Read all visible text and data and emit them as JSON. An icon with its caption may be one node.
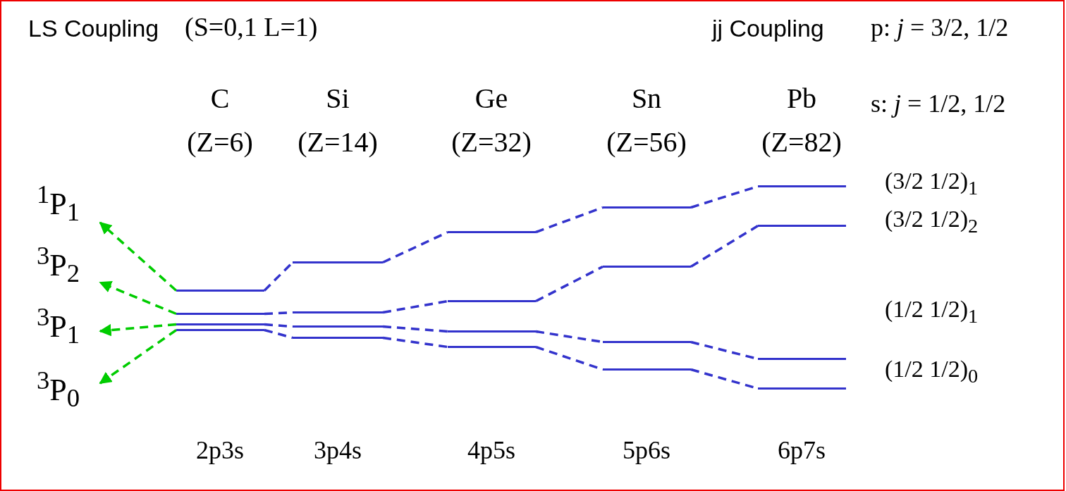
{
  "diagram": {
    "nodes": [
      {
        "text": [
          "$^{1}$P$_{1}$"
        ]
      },
      {
        "text": [
          "$^{3}$P$_{2}$"
        ]
      },
      {
        "text": [
          "$^{3}$P$_{1}$"
        ]
      },
      {
        "text": [
          "$^{3}$P$_{0}$"
        ]
      },
      {
        "text": [],
        "shape": "bar"
      },
      {
        "text": [],
        "shape": "bar"
      },
      {
        "text": [],
        "shape": "bar"
      },
      {
        "text": [],
        "shape": "bar"
      },
      {
        "text": [],
        "shape": "bar"
      },
      {
        "text": [],
        "shape": "bar"
      },
      {
        "text": [],
        "shape": "bar"
      },
      {
        "text": [],
        "shape": "bar"
      },
      {
        "text": [],
        "shape": "bar"
      },
      {
        "text": [],
        "shape": "bar"
      },
      {
        "text": [],
        "shape": "bar"
      },
      {
        "text": [],
        "shape": "bar"
      },
      {
        "text": [],
        "shape": "bar"
      },
      {
        "text": [],
        "shape": "bar"
      },
      {
        "text": [],
        "shape": "bar"
      },
      {
        "text": [],
        "shape": "bar"
      },
      {
        "text": [],
        "shape": "bar",
        "beside": [
          "(3/2 1/2)$_{1}$"
        ]
      },
      {
        "text": [],
        "shape": "bar",
        "beside": [
          "(3/2 1/2)$_{2}$"
        ]
      },
      {
        "text": [],
        "shape": "bar",
        "beside": [
          "(1/2 1/2)$_{1}$"
        ]
      },
      {
        "text": [],
        "shape": "bar",
        "beside": [
          "(1/2 1/2)$_{0}$"
        ]
      }
    ],
    "edges": [
      {
        "from": 4,
        "to": 0,
        "arrow": "to",
        "style": "dashed",
        "color": "#00cc00"
      },
      {
        "from": 5,
        "to": 1,
        "arrow": "to",
        "style": "dashed",
        "color": "#00cc00"
      },
      {
        "from": 6,
        "to": 2,
        "arrow": "to",
        "style": "dashed",
        "color": "#00cc00"
      },
      {
        "from": 7,
        "to": 3,
        "arrow": "to",
        "style": "dashed",
        "color": "#00cc00"
      },
      {
        "from": 4,
        "to": 8,
        "arrow": "none",
        "style": "dashed"
      },
      {
        "from": 5,
        "to": 9,
        "arrow": "none",
        "style": "dashed"
      },
      {
        "from": 6,
        "to": 10,
        "arrow": "none",
        "style": "dashed"
      },
      {
        "from": 7,
        "to": 11,
        "arrow": "none",
        "style": "dashed"
      },
      {
        "from": 8,
        "to": 12,
        "arrow": "none",
        "style": "dashed"
      },
      {
        "from": 9,
        "to": 13,
        "arrow": "none",
        "style": "dashed"
      },
      {
        "from": 10,
        "to": 14,
        "arrow": "none",
        "style": "dashed"
      },
      {
        "from": 11,
        "to": 15,
        "arrow": "none",
        "style": "dashed"
      },
      {
        "from": 12,
        "to": 16,
        "arrow": "none",
        "style": "dashed"
      },
      {
        "from": 13,
        "to": 17,
        "arrow": "none",
        "style": "dashed"
      },
      {
        "from": 14,
        "to": 18,
        "arrow": "none",
        "style": "dashed"
      },
      {
        "from": 15,
        "to": 19,
        "arrow": "none",
        "style": "dashed"
      },
      {
        "from": 16,
        "to": 20,
        "arrow": "none",
        "style": "dashed"
      },
      {
        "from": 17,
        "to": 21,
        "arrow": "none",
        "style": "dashed"
      },
      {
        "from": 18,
        "to": 22,
        "arrow": "none",
        "style": "dashed"
      },
      {
        "from": 19,
        "to": 23,
        "arrow": "none",
        "style": "dashed"
      }
    ],
    "labels": [
      "LS Coupling",
      "(S=0,1 L=1)",
      "jj Coupling",
      "p: *j* = 3/2, 1/2",
      "C",
      "Si",
      "Ge",
      "Sn",
      "Pb",
      "s: *j* = 1/2, 1/2",
      "(Z=6)",
      "(Z=14)",
      "(Z=32)",
      "(Z=56)",
      "(Z=82)",
      "2p3s",
      "3p4s",
      "4p5s",
      "5p6s",
      "6p7s"
    ]
  }
}
